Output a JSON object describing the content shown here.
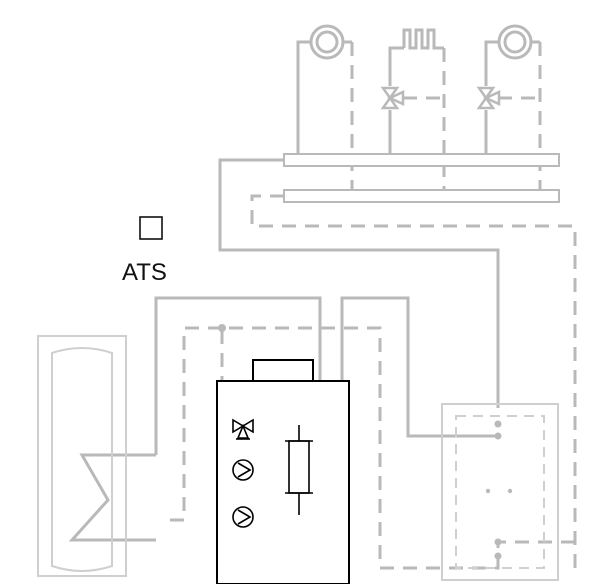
{
  "labels": {
    "ats": "ATS"
  },
  "colors": {
    "pipe": "#b9b9b9",
    "pipe_light": "#cfcfcf",
    "equipment": "#000000",
    "background": "#ffffff"
  },
  "legend": {
    "supply_line": "solid",
    "return_line": "dashed"
  },
  "icons": {
    "heating_circuits": [
      "circuit-pump-icon",
      "radiator-icon",
      "circuit-pump-icon"
    ],
    "mixing_valves": [
      "three-way-valve-icon",
      "three-way-valve-icon"
    ],
    "boiler": [
      "three-way-valve-icon",
      "pump-icon",
      "pump-icon",
      "hydraulic-separator-icon"
    ],
    "outdoor_sensor": "square-sensor-icon"
  }
}
